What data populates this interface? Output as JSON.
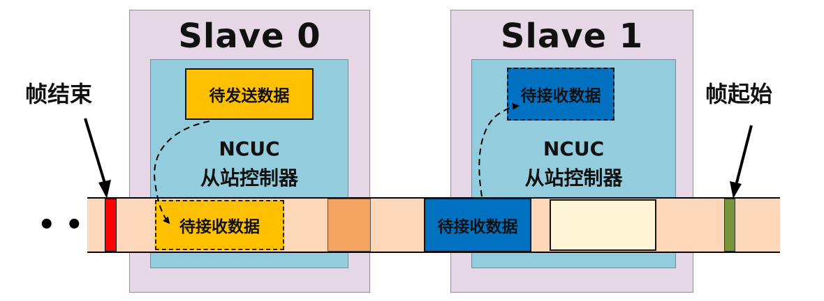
{
  "left_label": "帧结束",
  "right_label": "帧起始",
  "ellipsis": "• •",
  "slaves": [
    {
      "title": "Slave 0",
      "controller": {
        "line1": "NCUC",
        "line2": "从站控制器"
      },
      "top_box": "待发送数据",
      "strip_box": "待接收数据"
    },
    {
      "title": "Slave 1",
      "controller": {
        "line1": "NCUC",
        "line2": "从站控制器"
      },
      "top_box": "待接收数据",
      "strip_box": "待接收数据"
    }
  ],
  "colors": {
    "slave_bg": "#e6d7e6",
    "controller_bg": "#93cddd",
    "strip_bg": "#fbd6b8",
    "send_data": "#ffc000",
    "receive_data": "#0070c0",
    "frame_end_marker": "#ff0000",
    "frame_start_marker": "#77933c",
    "orange_block": "#f4a460",
    "cream_block": "#fff6d8"
  }
}
